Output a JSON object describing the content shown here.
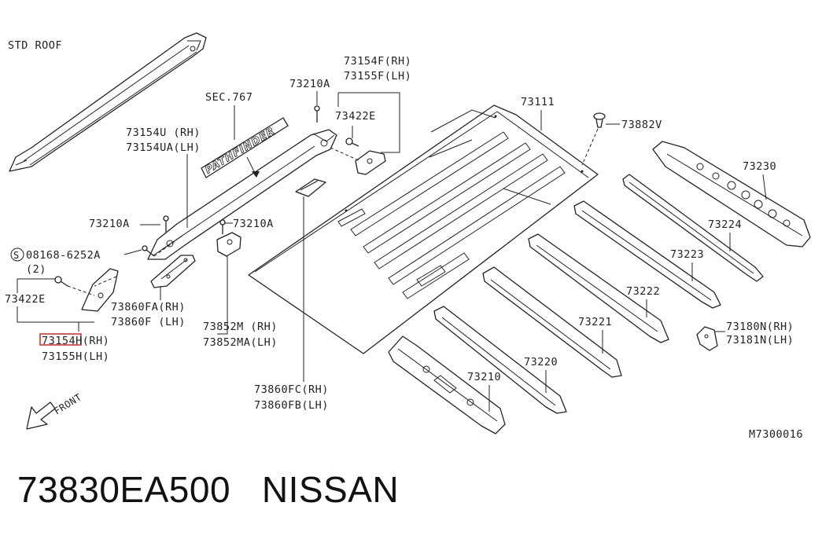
{
  "header": {
    "roof_type": "STD ROOF"
  },
  "footer": {
    "part_number": "73830EA500",
    "brand": "NISSAN"
  },
  "diagram_code": "M7300016",
  "direction": {
    "front_label": "FRONT"
  },
  "emblem_text": "PATHFINDER",
  "highlight_color": "#e03030",
  "callouts": {
    "sec": "SEC.767",
    "rail_rh": "73154U (RH)",
    "rail_lh": "73154UA(LH)",
    "bolt_top": "73210A",
    "bolt_left": "73210A",
    "bolt_mid": "73210A",
    "bracket_rh": "73154F(RH)",
    "bracket_lh": "73155F(LH)",
    "clip_top": "73422E",
    "screw_code": "08168-6252A",
    "screw_symbol": "S",
    "screw_qty": "(2)",
    "clip_left": "73422E",
    "front_bracket_rh": "73154H(RH)",
    "front_bracket_lh": "73155H(LH)",
    "cover_rh": "73860FA(RH)",
    "cover_lh": "73860F (LH)",
    "pad_rh": "73852M (RH)",
    "pad_lh": "73852MA(LH)",
    "center_cover_rh": "73860FC(RH)",
    "center_cover_lh": "73860FB(LH)",
    "roof_panel": "73111",
    "grommet": "73882V",
    "bow_73230": "73230",
    "bow_73224": "73224",
    "bow_73223": "73223",
    "bow_73222": "73222",
    "bow_73221": "73221",
    "bow_73220": "73220",
    "bow_73210": "73210",
    "clip_right_rh": "73180N(RH)",
    "clip_right_lh": "73181N(LH)"
  }
}
